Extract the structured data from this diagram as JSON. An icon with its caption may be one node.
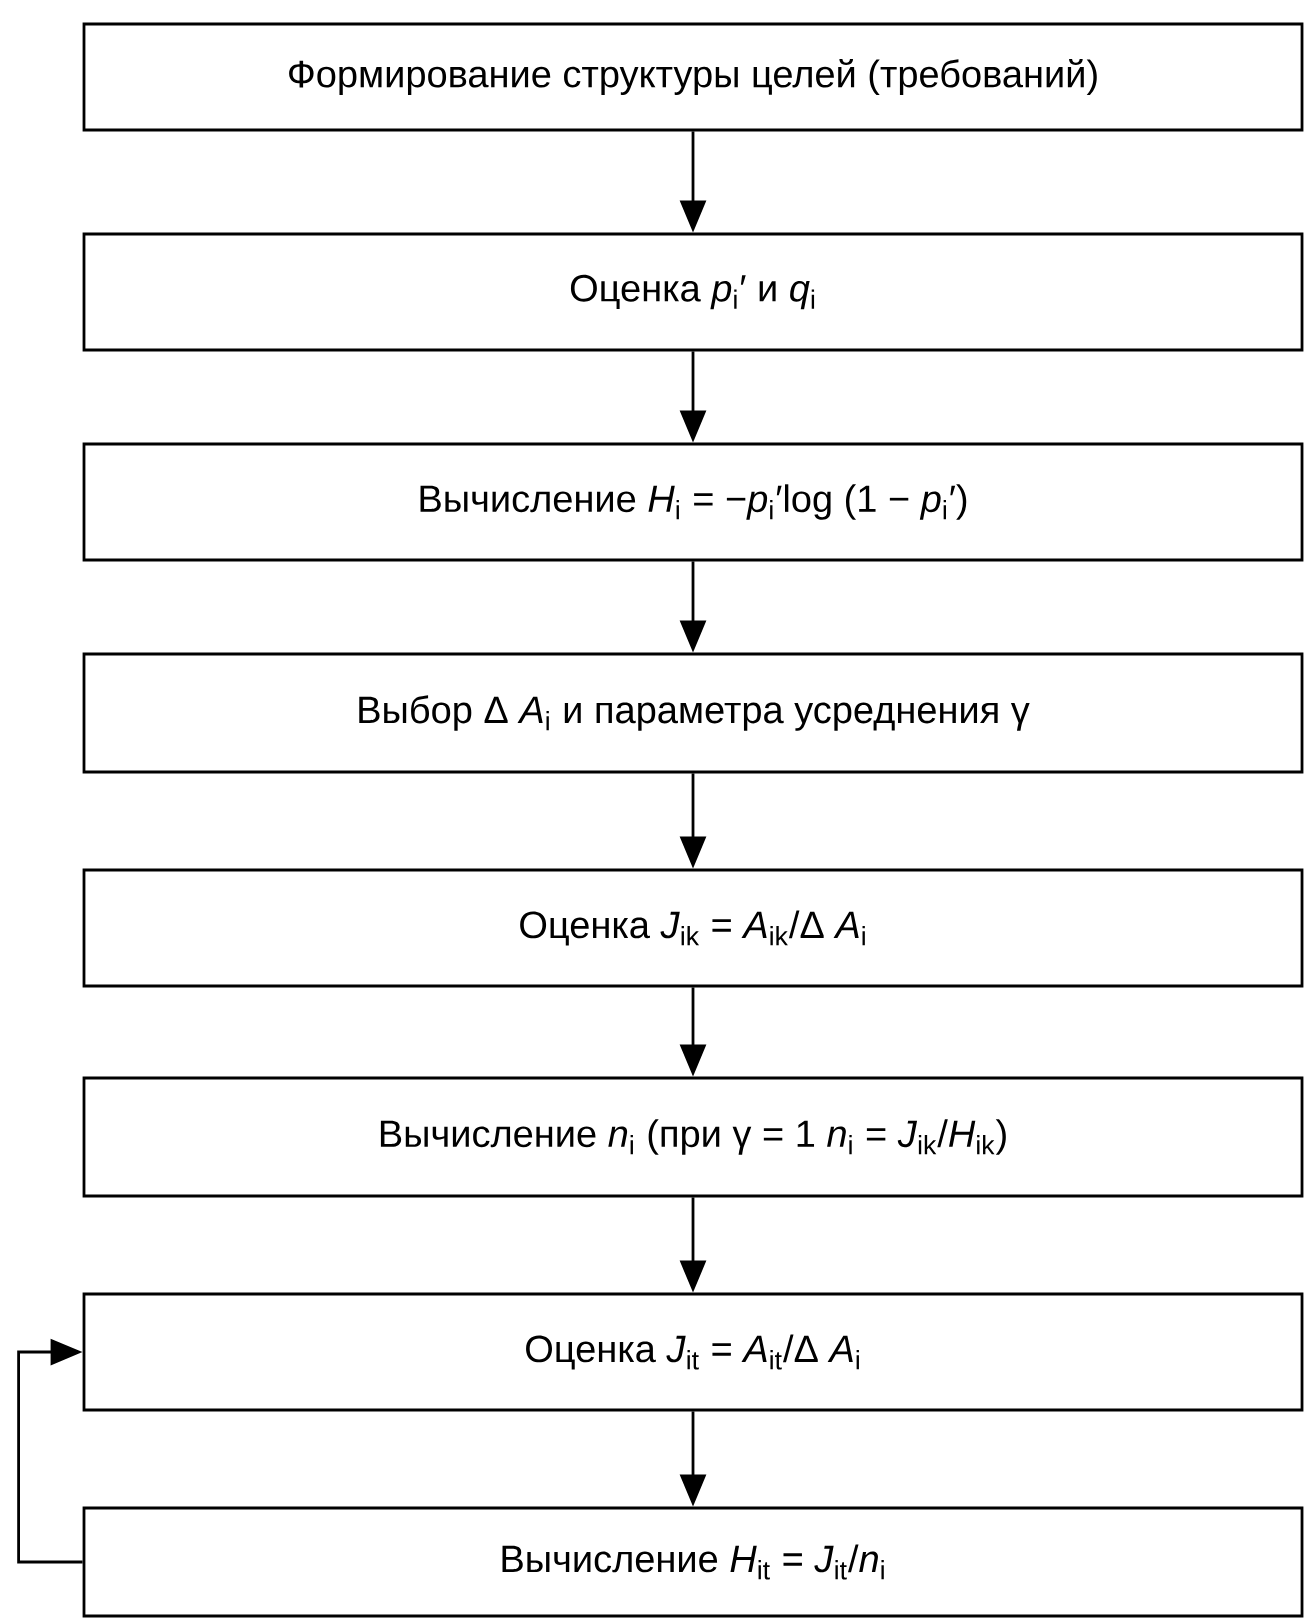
{
  "diagram": {
    "nodes": [
      {
        "text": [
          "Формирование структуры целей (требований)"
        ]
      },
      {
        "text": [
          "Оценка *p*$_{i}$′ и *q*$_{i}$"
        ]
      },
      {
        "text": [
          "Вычисление *H*$_{i}$ = −*p*$_{i}$′log (1 − *p*$_{i}$′)"
        ]
      },
      {
        "text": [
          "Выбор Δ *A*$_{i}$ и параметра усреднения γ"
        ]
      },
      {
        "text": [
          "Оценка *J*$_{ik}$ = *A*$_{ik}$/Δ *A*$_{i}$"
        ]
      },
      {
        "text": [
          "Вычисление *n*$_{i}$ (при γ = 1 *n*$_{i}$ = *J*$_{ik}$/*H*$_{ik}$)"
        ]
      },
      {
        "text": [
          "Оценка *J*$_{it}$ = *A*$_{it}$/Δ *A*$_{i}$"
        ]
      },
      {
        "text": [
          "Вычисление *H*$_{it}$ = *J*$_{it}$/*n*$_{i}$"
        ]
      }
    ],
    "edges": [
      {
        "from": 0,
        "to": 1,
        "arrow": "to"
      },
      {
        "from": 1,
        "to": 2,
        "arrow": "to"
      },
      {
        "from": 2,
        "to": 3,
        "arrow": "to"
      },
      {
        "from": 3,
        "to": 4,
        "arrow": "to"
      },
      {
        "from": 4,
        "to": 5,
        "arrow": "to"
      },
      {
        "from": 5,
        "to": 6,
        "arrow": "to"
      },
      {
        "from": 6,
        "to": 7,
        "arrow": "to"
      },
      {
        "from": 7,
        "to": 6,
        "arrow": "to"
      }
    ]
  }
}
